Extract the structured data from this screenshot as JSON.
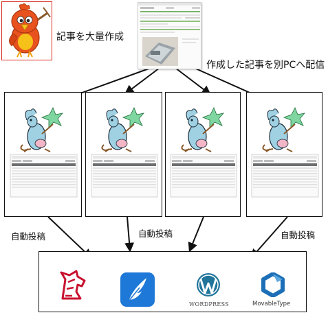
{
  "labels": {
    "bulk_create": "記事を大量作成",
    "deliver": "作成した記事を別PCへ配信",
    "auto_post": "自動投稿"
  },
  "platforms": {
    "wordpress_text": "WORDPRESS",
    "movable_type_text": "MovableType"
  },
  "colors": {
    "bird_orange": "#e8521e",
    "bird_yellow": "#f6c21a",
    "bird_border": "#d9261c",
    "mouse_blue": "#9fd1e3",
    "star_green": "#7fd6a0",
    "hatena_red": "#c8102e",
    "feather_blue": "#1e78d7",
    "wp_blue": "#21759b",
    "mt_blue": "#1c6fb7"
  },
  "icons": [
    "bird-mascot-icon",
    "mouse-mascot-icon",
    "hatena-blog-icon",
    "feather-app-icon",
    "wordpress-icon",
    "movabletype-icon"
  ]
}
